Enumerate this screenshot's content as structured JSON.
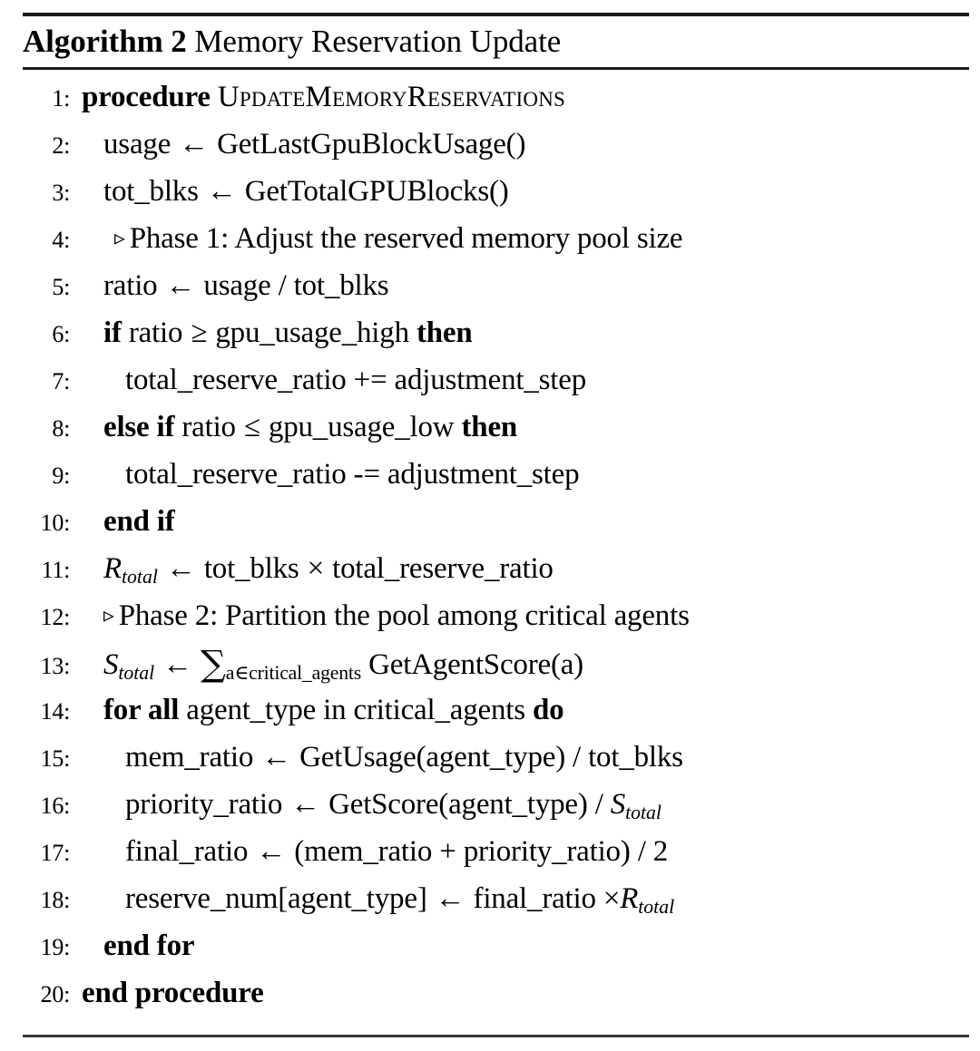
{
  "algorithm": {
    "caption_keyword": "Algorithm",
    "caption_number": "2",
    "caption_title": "Memory Reservation Update",
    "comment_marker": "▹",
    "procedure_name": "UpdateMemoryReservations",
    "lines": [
      {
        "no": "1",
        "text": "procedure UpdateMemoryReservations"
      },
      {
        "no": "2",
        "text": "usage ← GetLastGpuBlockUsage()"
      },
      {
        "no": "3",
        "text": "tot_blks ← GetTotalGPUBlocks()"
      },
      {
        "no": "4",
        "text": "▹ Phase 1: Adjust the reserved memory pool size"
      },
      {
        "no": "5",
        "text": "ratio ← usage / tot_blks"
      },
      {
        "no": "6",
        "text": "if ratio ≥ gpu_usage_high then"
      },
      {
        "no": "7",
        "text": "total_reserve_ratio += adjustment_step"
      },
      {
        "no": "8",
        "text": "else if ratio ≤ gpu_usage_low then"
      },
      {
        "no": "9",
        "text": "total_reserve_ratio -= adjustment_step"
      },
      {
        "no": "10",
        "text": "end if"
      },
      {
        "no": "11",
        "text": "R_total ← tot_blks × total_reserve_ratio"
      },
      {
        "no": "12",
        "text": "▹ Phase 2: Partition the pool among critical agents"
      },
      {
        "no": "13",
        "text": "S_total ← ∑_{a∈critical_agents} GetAgentScore(a)"
      },
      {
        "no": "14",
        "text": "for all agent_type in critical_agents do"
      },
      {
        "no": "15",
        "text": "mem_ratio ← GetUsage(agent_type) / tot_blks"
      },
      {
        "no": "16",
        "text": "priority_ratio ← GetScore(agent_type) / S_total"
      },
      {
        "no": "17",
        "text": "final_ratio ← (mem_ratio + priority_ratio) / 2"
      },
      {
        "no": "18",
        "text": "reserve_num[agent_type] ← final_ratio ×R_total"
      },
      {
        "no": "19",
        "text": "end for"
      },
      {
        "no": "20",
        "text": "end procedure"
      }
    ],
    "tokens": {
      "kw_procedure": "procedure",
      "kw_if": "if",
      "kw_then": "then",
      "kw_else_if": "else if",
      "kw_end_if": "end if",
      "kw_for_all": "for all",
      "kw_do": "do",
      "kw_end_for": "end for",
      "kw_end_procedure": "end procedure",
      "assign": "←",
      "ge": "≥",
      "le": "≤",
      "times": "×",
      "sum": "∑",
      "in": "∈",
      "var_usage": "usage",
      "var_tot_blks": "tot_blks",
      "var_ratio": "ratio",
      "var_gpu_usage_high": "gpu_usage_high",
      "var_gpu_usage_low": "gpu_usage_low",
      "var_total_reserve_ratio": "total_reserve_ratio",
      "var_adjustment_step": "adjustment_step",
      "var_agent_type": "agent_type",
      "var_critical_agents": "critical_agents",
      "var_mem_ratio": "mem_ratio",
      "var_priority_ratio": "priority_ratio",
      "var_final_ratio": "final_ratio",
      "var_reserve_num": "reserve_num",
      "var_a": "a",
      "sym_R": "R",
      "sym_S": "S",
      "sub_total": "total",
      "fn_get_last_gpu_block_usage": "GetLastGpuBlockUsage()",
      "fn_get_total_gpu_blocks": "GetTotalGPUBlocks()",
      "fn_get_agent_score": "GetAgentScore(a)",
      "fn_get_usage": "GetUsage(agent_type)",
      "fn_get_score": "GetScore(agent_type)",
      "comment_phase1": "Phase 1: Adjust the reserved memory pool size",
      "comment_phase2": "Phase 2: Partition the pool among critical agents",
      "op_plus_eq": "+=",
      "op_minus_eq": "-=",
      "op_div": "/",
      "op_plus": "+",
      "num_2": "2",
      "paren_open": "(",
      "paren_close": ")",
      "bracket_open": "[",
      "bracket_close": "]",
      "sub_a_in_critical": "a∈critical_agents"
    }
  }
}
